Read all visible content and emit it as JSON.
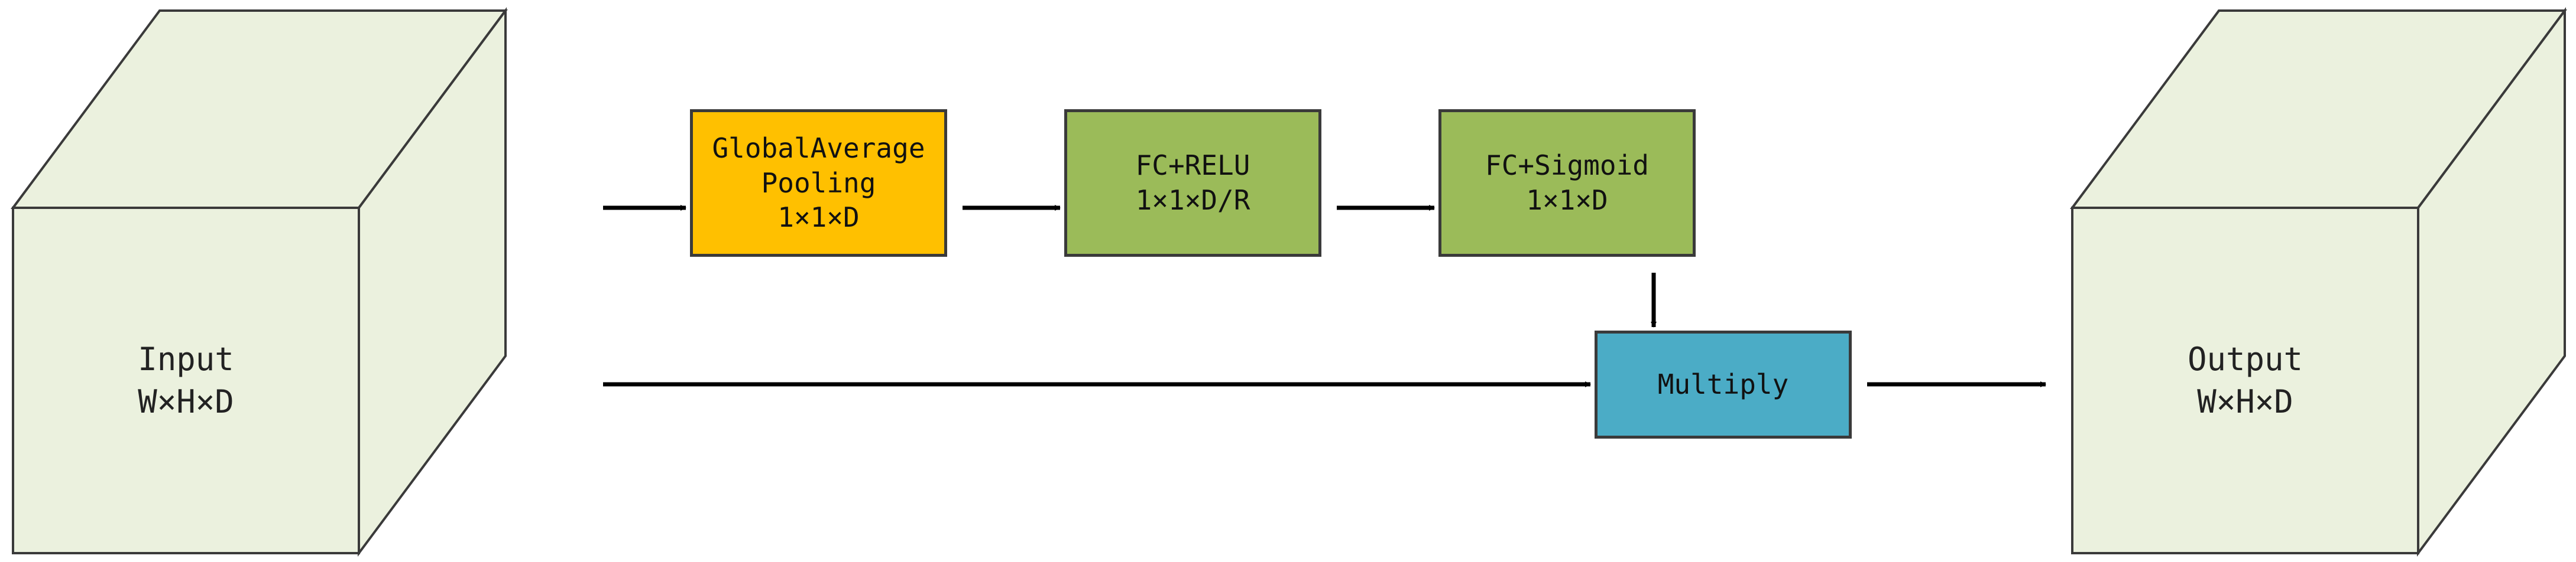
{
  "diagram": {
    "input": {
      "line1": "Input",
      "line2": "W×H×D"
    },
    "global_pool": {
      "line1": "GlobalAverage",
      "line2": "Pooling",
      "line3": "1×1×D"
    },
    "fc_relu": {
      "line1": "FC+RELU",
      "line2": "1×1×D/R"
    },
    "fc_sigmoid": {
      "line1": "FC+Sigmoid",
      "line2": "1×1×D"
    },
    "multiply": {
      "label": "Multiply"
    },
    "output": {
      "line1": "Output",
      "line2": "W×H×D"
    }
  },
  "colors": {
    "cube_fill": "#ebf1de",
    "global_pool_fill": "#ffc000",
    "fc_fill": "#9bbb59",
    "multiply_fill": "#4bacc6",
    "line": "#000000"
  }
}
